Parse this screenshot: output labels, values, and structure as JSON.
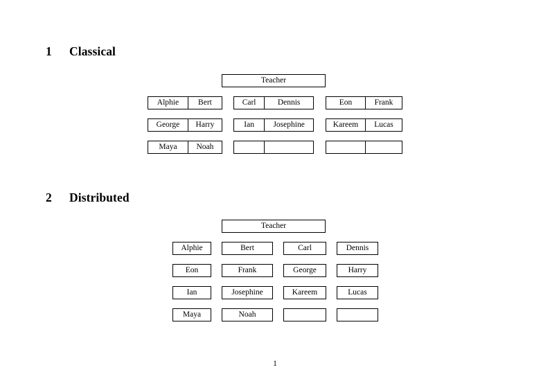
{
  "document": {
    "page_number": "1",
    "sections": [
      {
        "number": "1",
        "title": "Classical",
        "layout": "grouped",
        "teacher_label": "Teacher",
        "groups": [
          {
            "name": "group-left",
            "rows": [
              {
                "cells": [
                  "Alphie",
                  "Bert"
                ]
              },
              {
                "cells": [
                  "George",
                  "Harry"
                ]
              },
              {
                "cells": [
                  "Maya",
                  "Noah"
                ]
              }
            ]
          },
          {
            "name": "group-middle",
            "rows": [
              {
                "cells": [
                  "Carl",
                  "Dennis"
                ]
              },
              {
                "cells": [
                  "Ian",
                  "Josephine"
                ]
              },
              {
                "cells": [
                  "",
                  ""
                ]
              }
            ]
          },
          {
            "name": "group-right",
            "rows": [
              {
                "cells": [
                  "Eon",
                  "Frank"
                ]
              },
              {
                "cells": [
                  "Kareem",
                  "Lucas"
                ]
              },
              {
                "cells": [
                  "",
                  ""
                ]
              }
            ]
          }
        ]
      },
      {
        "number": "2",
        "title": "Distributed",
        "layout": "separate",
        "teacher_label": "Teacher",
        "rows": [
          {
            "cells": [
              "Alphie",
              "Bert",
              "Carl",
              "Dennis"
            ]
          },
          {
            "cells": [
              "Eon",
              "Frank",
              "George",
              "Harry"
            ]
          },
          {
            "cells": [
              "Ian",
              "Josephine",
              "Kareem",
              "Lucas"
            ]
          },
          {
            "cells": [
              "Maya",
              "Noah",
              "",
              ""
            ]
          }
        ]
      }
    ]
  }
}
